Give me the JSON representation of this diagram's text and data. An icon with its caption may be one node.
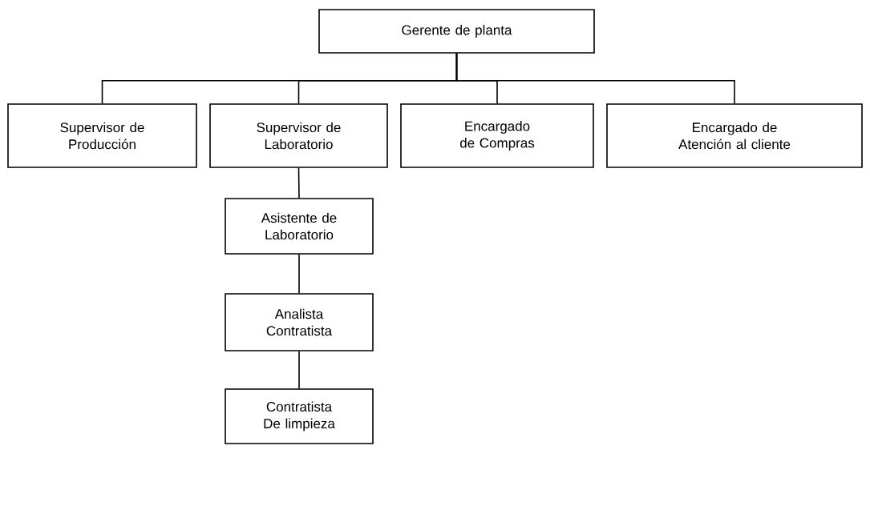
{
  "diagram": {
    "nodes": [
      {
        "text": [
          "Gerente de planta"
        ]
      },
      {
        "text": [
          "Supervisor de Producción"
        ]
      },
      {
        "text": [
          "Supervisor de Laboratorio"
        ]
      },
      {
        "text": [
          "Encargado de Compras"
        ]
      },
      {
        "text": [
          "Encargado de Atención al cliente"
        ]
      },
      {
        "text": [
          "Asistente de Laboratorio"
        ]
      },
      {
        "text": [
          "Analista Contratista"
        ]
      },
      {
        "text": [
          "Contratista De limpieza"
        ]
      }
    ],
    "edges": [
      {
        "from": 0,
        "to": 1,
        "arrow": "none"
      },
      {
        "from": 0,
        "to": 2,
        "arrow": "none"
      },
      {
        "from": 0,
        "to": 3,
        "arrow": "none"
      },
      {
        "from": 0,
        "to": 4,
        "arrow": "none"
      },
      {
        "from": 2,
        "to": 5,
        "arrow": "none"
      },
      {
        "from": 5,
        "to": 6,
        "arrow": "none"
      },
      {
        "from": 6,
        "to": 7,
        "arrow": "none"
      }
    ]
  }
}
